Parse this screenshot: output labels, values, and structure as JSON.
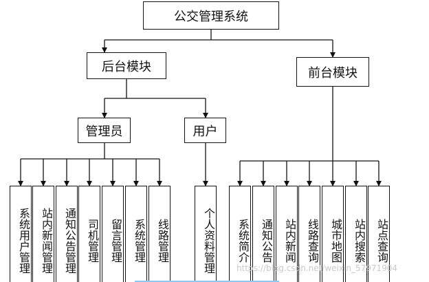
{
  "diagram": {
    "root": "公交管理系统",
    "backend": {
      "label": "后台模块",
      "admin": {
        "label": "管理员",
        "children": [
          "系统用户管理",
          "站内新闻管理",
          "通知公告管理",
          "司机管理",
          "留言管理",
          "系统管理",
          "线路管理"
        ]
      },
      "user": {
        "label": "用户",
        "children": [
          "个人资料管理"
        ]
      }
    },
    "frontend": {
      "label": "前台模块",
      "children": [
        "系统简介",
        "通知公告",
        "站内新闻",
        "线路查询",
        "城市地图",
        "站内搜索",
        "站点查询"
      ]
    }
  },
  "watermark": "https://blog.csdn.net/weixin_57971904",
  "colors": {
    "line": "#111111",
    "watermark": "#c9c9c9",
    "accent": "#8fc8ee"
  }
}
